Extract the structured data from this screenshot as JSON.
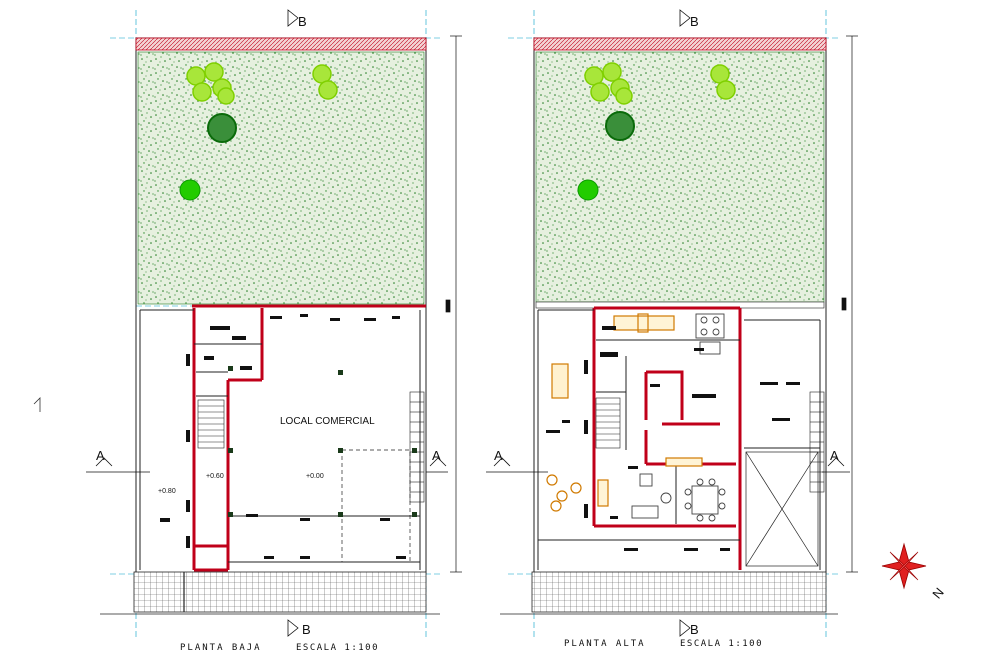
{
  "plans": [
    {
      "id": "baja",
      "title": "PLANTA BAJA",
      "scale": "ESCALA 1:100",
      "room_label": "LOCAL COMERCIAL",
      "levels": [
        "+0.80",
        "+0.60",
        "+0.00"
      ]
    },
    {
      "id": "alta",
      "title": "PLANTA ALTA",
      "scale": "ESCALA 1:100"
    }
  ],
  "section_marks": {
    "a": "A",
    "b": "B"
  },
  "north_label": "N",
  "colors": {
    "wall": "#c0001a",
    "grass": "#1f7a1f",
    "tree_light": "#7fd000",
    "tree_dark": "#0a6b0a",
    "tree_bright": "#22cc00",
    "axis": "#00a0c8",
    "furniture": "#d07a00"
  }
}
